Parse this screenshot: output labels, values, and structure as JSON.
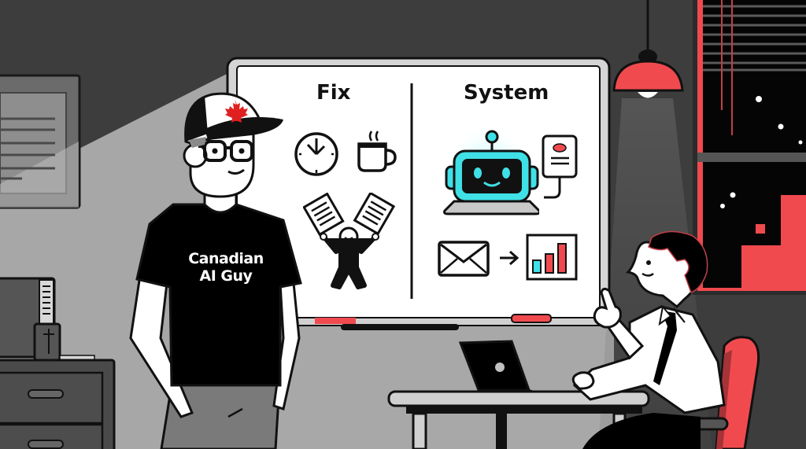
{
  "scene": {
    "description": "Illustration of a man in a Canadian AI Guy shirt presenting a whiteboard comparing Fix vs System to a seated office worker",
    "colors": {
      "wall_dark": "#3d3d3d",
      "wall_light": "#a9a9a9",
      "accent_red": "#f04a4f",
      "accent_cyan": "#3fe0e6",
      "ink": "#111111",
      "board": "#ffffff"
    }
  },
  "whiteboard": {
    "left_title": "Fix",
    "right_title": "System",
    "left_icons": [
      "clock-icon",
      "coffee-cup-icon",
      "person-juggling-papers-icon"
    ],
    "right_icons": [
      "robot-laptop-icon",
      "document-icon",
      "email-icon",
      "arrow-right-icon",
      "bar-chart-icon"
    ],
    "bar_chart": {
      "bars": [
        {
          "height": 1,
          "color": "#3fe0e6"
        },
        {
          "height": 2,
          "color": "#f04a4f"
        },
        {
          "height": 3,
          "color": "#f04a4f"
        }
      ]
    }
  },
  "presenter": {
    "shirt_text_line1": "Canadian",
    "shirt_text_line2": "AI Guy",
    "hat_logo": "maple-leaf-icon"
  }
}
